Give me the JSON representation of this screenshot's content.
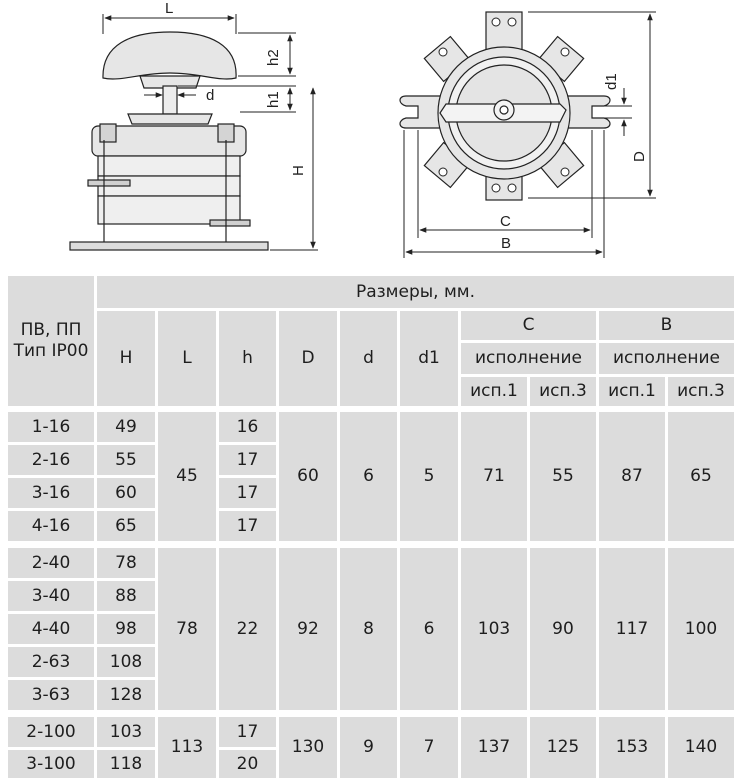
{
  "drawing": {
    "left_labels": {
      "L": "L",
      "h2": "h2",
      "h1": "h1",
      "d": "d",
      "H": "H"
    },
    "right_labels": {
      "d1": "d1",
      "D": "D",
      "C": "C",
      "B": "B"
    }
  },
  "table": {
    "header": {
      "type": "ПВ, ПП\nТип IP00",
      "dimensions": "Размеры, мм.",
      "H": "H",
      "L": "L",
      "h": "h",
      "D": "D",
      "d": "d",
      "d1": "d1",
      "C": "C",
      "B": "B",
      "variant": "исполнение",
      "isp1": "исп.1",
      "isp3": "исп.3"
    },
    "groups": [
      {
        "rows": [
          {
            "type": "1-16",
            "H": "49",
            "h": "16"
          },
          {
            "type": "2-16",
            "H": "55",
            "h": "17"
          },
          {
            "type": "3-16",
            "H": "60",
            "h": "17"
          },
          {
            "type": "4-16",
            "H": "65",
            "h": "17"
          }
        ],
        "L": "45",
        "D": "60",
        "d": "6",
        "d1": "5",
        "C1": "71",
        "C3": "55",
        "B1": "87",
        "B3": "65"
      },
      {
        "rows": [
          {
            "type": "2-40",
            "H": "78"
          },
          {
            "type": "3-40",
            "H": "88"
          },
          {
            "type": "4-40",
            "H": "98"
          },
          {
            "type": "2-63",
            "H": "108"
          },
          {
            "type": "3-63",
            "H": "128"
          }
        ],
        "L": "78",
        "h": "22",
        "D": "92",
        "d": "8",
        "d1": "6",
        "C1": "103",
        "C3": "90",
        "B1": "117",
        "B3": "100"
      },
      {
        "rows": [
          {
            "type": "2-100",
            "H": "103",
            "h": "17"
          },
          {
            "type": "3-100",
            "H": "118",
            "h": "20"
          }
        ],
        "L": "113",
        "D": "130",
        "d": "9",
        "d1": "7",
        "C1": "137",
        "C3": "125",
        "B1": "153",
        "B3": "140"
      }
    ]
  }
}
